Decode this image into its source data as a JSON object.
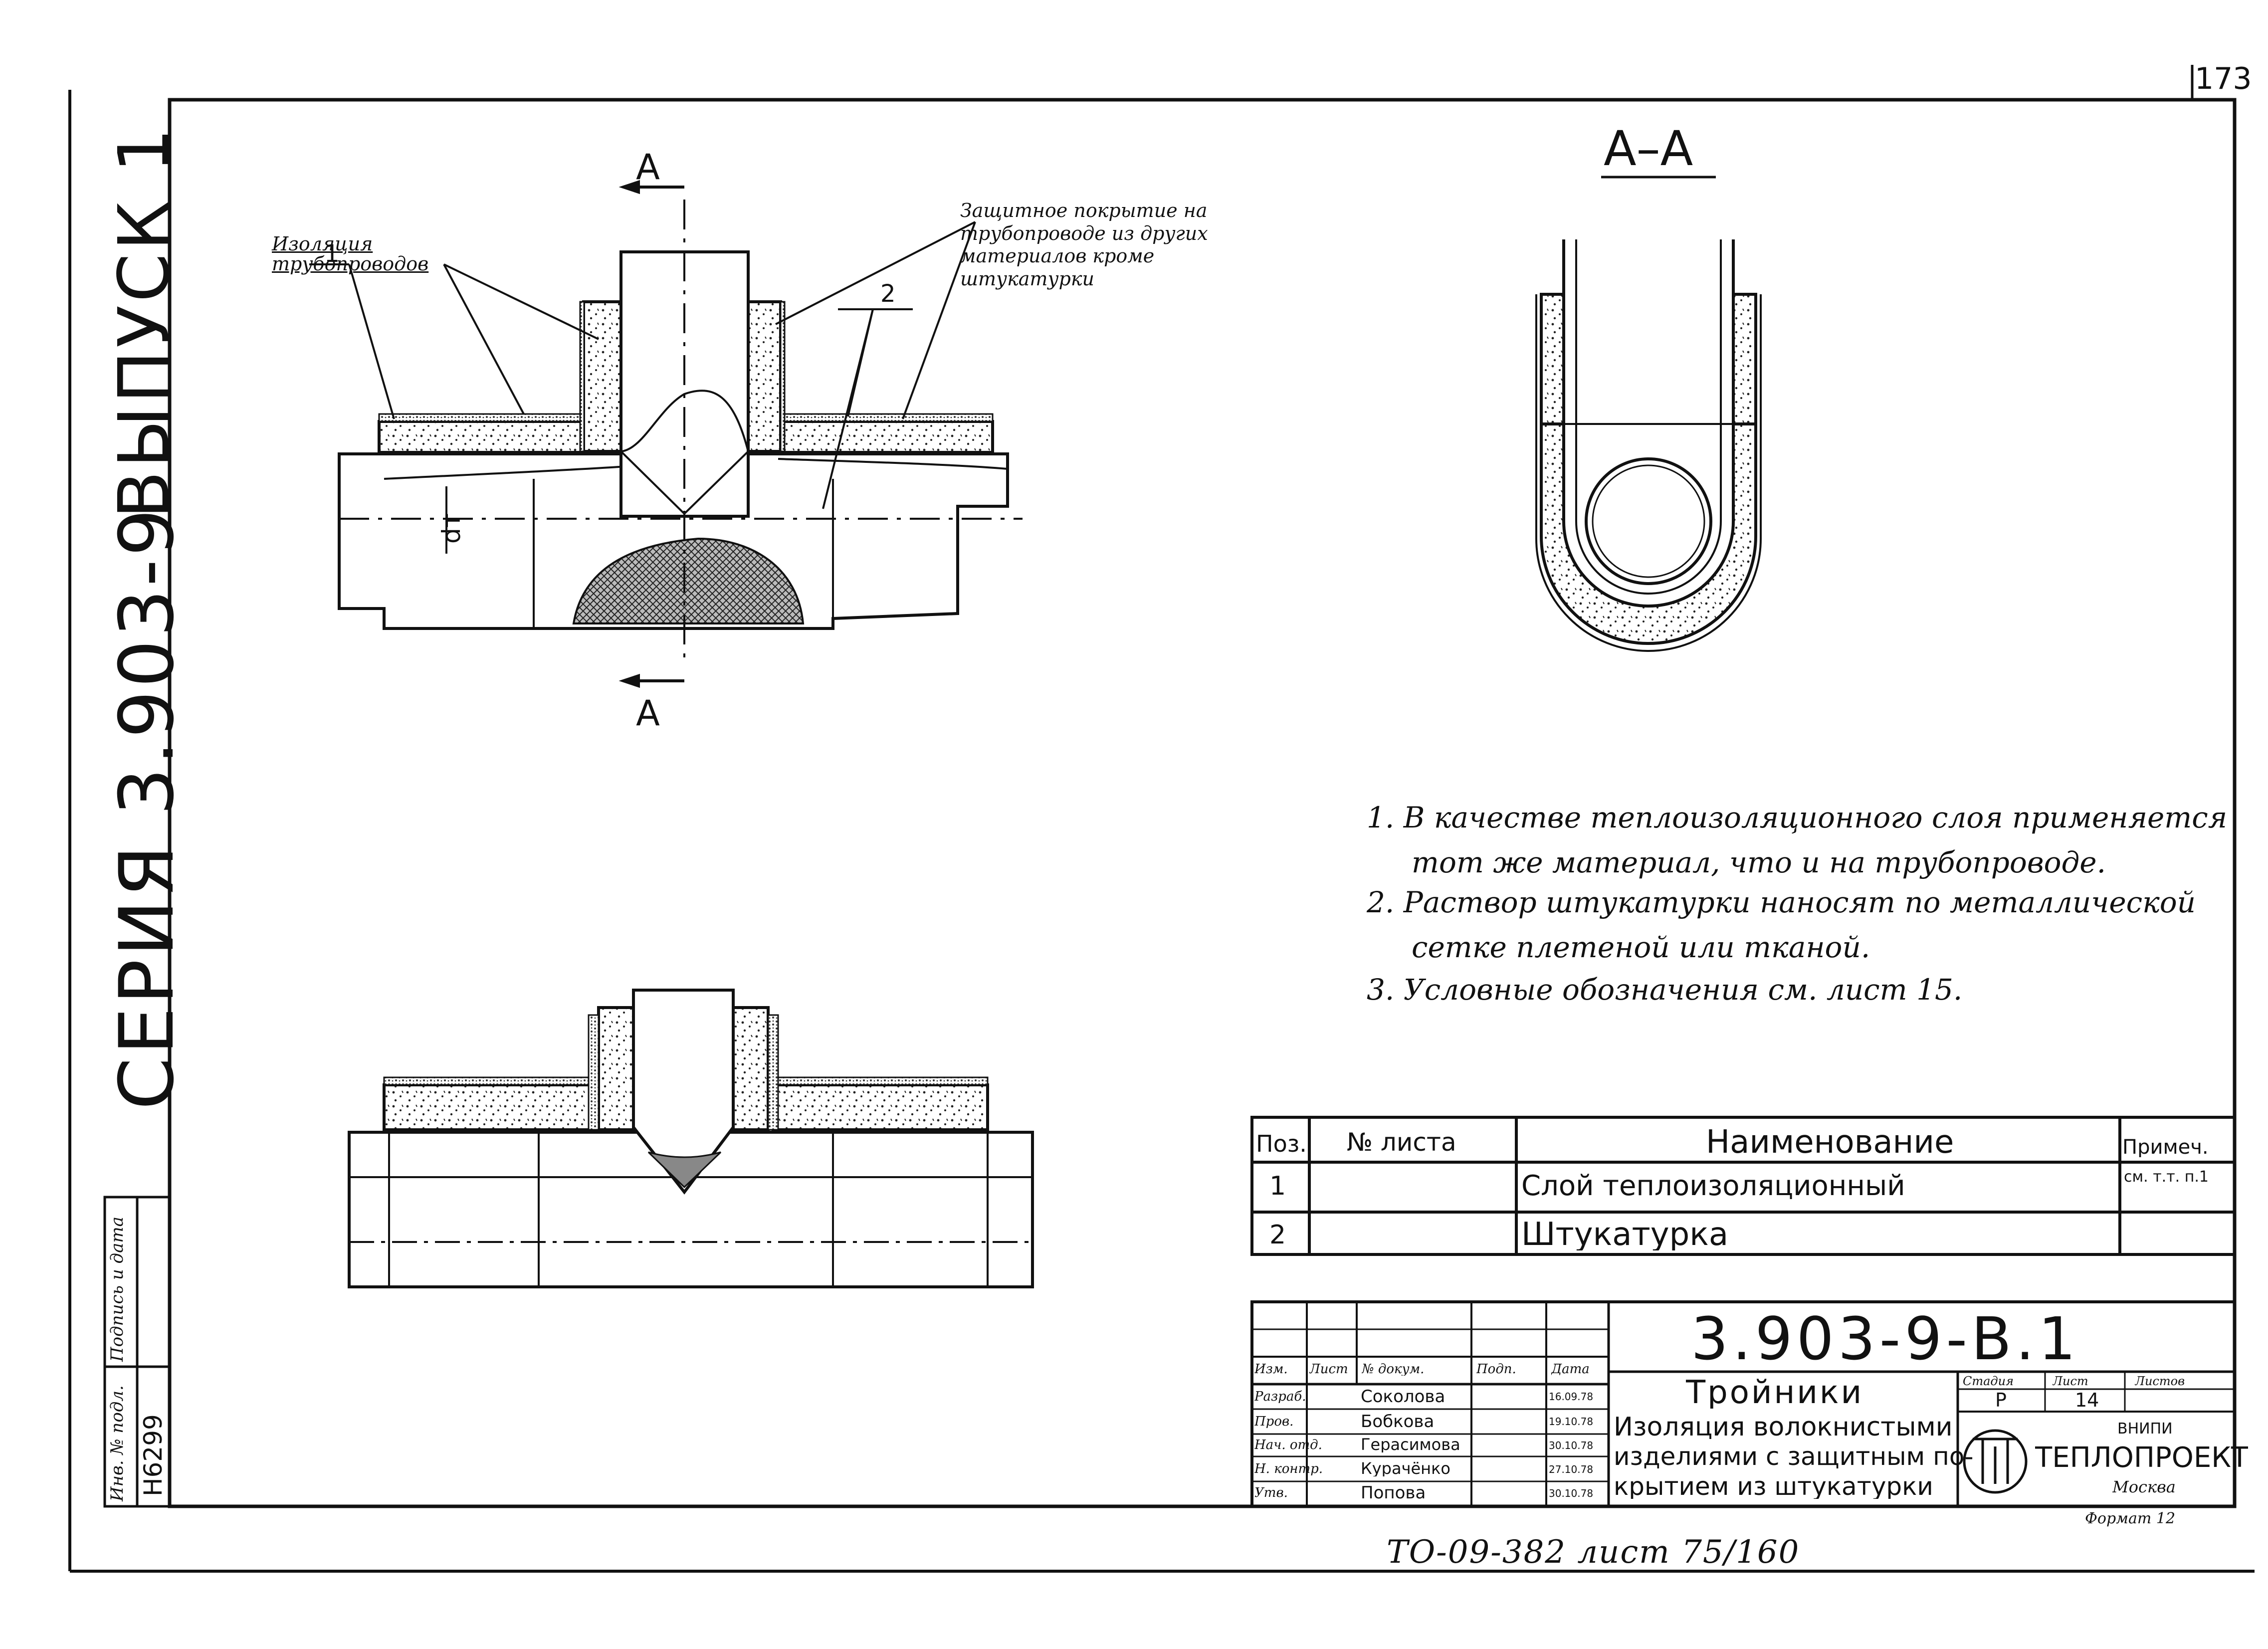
{
  "page_number": "173",
  "side_labels": {
    "series": "СЕРИЯ  3.903-9",
    "issue": "ВЫПУСК 1"
  },
  "section_labels": {
    "top": "А",
    "bottom": "А",
    "section_view": "А–А"
  },
  "callouts": {
    "insulation": "Изоляция трубопроводов",
    "protective_cover": "Защитное покрытие на трубопроводе из других материалов кроме штукатурки",
    "pos1": "1",
    "pos2": "2",
    "diameter": "dт"
  },
  "notes": [
    "1. В качестве теплоизоляционного слоя применяется",
    "тот же материал, что и на трубопроводе.",
    "2. Раствор штукатурки наносят по металлической",
    "сетке плетеной или тканой.",
    "3. Условные обозначения см. лист 15."
  ],
  "spec_table": {
    "headers": [
      "Поз.",
      "№ листа",
      "Наименование",
      "Примеч."
    ],
    "rows": [
      {
        "pos": "1",
        "sheet": "",
        "name": "Слой теплоизоляционный",
        "note": "см. т.т. п.1"
      },
      {
        "pos": "2",
        "sheet": "",
        "name": "Штукатурка",
        "note": ""
      }
    ]
  },
  "title_block": {
    "doc_code": "3.903-9-В.1",
    "title": "Тройники",
    "description": [
      "Изоляция волокнистыми",
      "изделиями с защитным по-",
      "крытием из штукатурки"
    ],
    "col_headers": [
      "Изм.",
      "Лист",
      "№ докум.",
      "Подп.",
      "Дата"
    ],
    "people": [
      {
        "role": "Разраб.",
        "name": "Соколова",
        "date": "16.09.78"
      },
      {
        "role": "Пров.",
        "name": "Бобкова",
        "date": "19.10.78"
      },
      {
        "role": "Нач. отд.",
        "name": "Герасимова",
        "date": "30.10.78"
      },
      {
        "role": "Н. контр.",
        "name": "Курачёнко",
        "date": "27.10.78"
      },
      {
        "role": "Утв.",
        "name": "Попова",
        "date": "30.10.78"
      }
    ],
    "stage_headers": [
      "Стадия",
      "Лист",
      "Листов"
    ],
    "stage_values": [
      "Р",
      "14",
      ""
    ],
    "org": {
      "name": "ТЕПЛОПРОЕКТ",
      "sub": "ВНИПИ",
      "city": "Москва"
    }
  },
  "inventory": {
    "label_no": "Инв. № подл.",
    "label_sign": "Подпись и дата",
    "number": "Н6299"
  },
  "format_label": "Формат 12",
  "bottom_stamp": "ТО-09-382  лист 75/160"
}
